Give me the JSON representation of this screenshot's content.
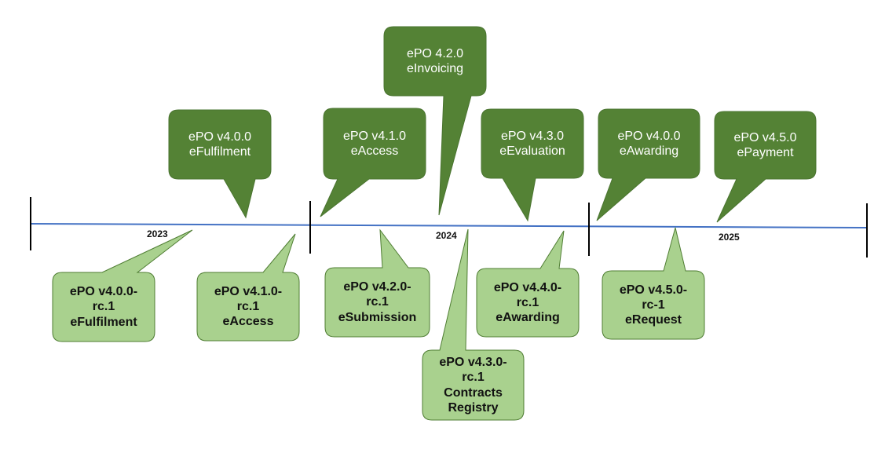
{
  "colors": {
    "release_fill": "#548235",
    "release_stroke": "#4a7430",
    "rc_fill": "#a9d18e",
    "rc_stroke": "#4f7d33",
    "timeline": "#4472c4",
    "tick": "#000000"
  },
  "years": [
    "2023",
    "2024",
    "2025"
  ],
  "releases": [
    {
      "lines": [
        "ePO v4.0.0",
        "eFulfilment"
      ]
    },
    {
      "lines": [
        "ePO v4.1.0",
        "eAccess"
      ]
    },
    {
      "lines": [
        "ePO 4.2.0",
        "eInvoicing"
      ]
    },
    {
      "lines": [
        "ePO v4.3.0",
        "eEvaluation"
      ]
    },
    {
      "lines": [
        "ePO v4.0.0",
        "eAwarding"
      ]
    },
    {
      "lines": [
        "ePO v4.5.0",
        "ePayment"
      ]
    }
  ],
  "release_candidates": [
    {
      "lines": [
        "ePO v4.0.0-",
        "rc.1",
        "eFulfilment"
      ]
    },
    {
      "lines": [
        "ePO v4.1.0-",
        "rc.1",
        "eAccess"
      ]
    },
    {
      "lines": [
        "ePO v4.2.0-",
        "rc.1",
        "eSubmission"
      ]
    },
    {
      "lines": [
        "ePO v4.3.0-",
        "rc.1",
        "Contracts",
        "Registry"
      ]
    },
    {
      "lines": [
        "ePO v4.4.0-",
        "rc.1",
        "eAwarding"
      ]
    },
    {
      "lines": [
        "ePO v4.5.0-",
        "rc-1",
        "eRequest"
      ]
    }
  ]
}
